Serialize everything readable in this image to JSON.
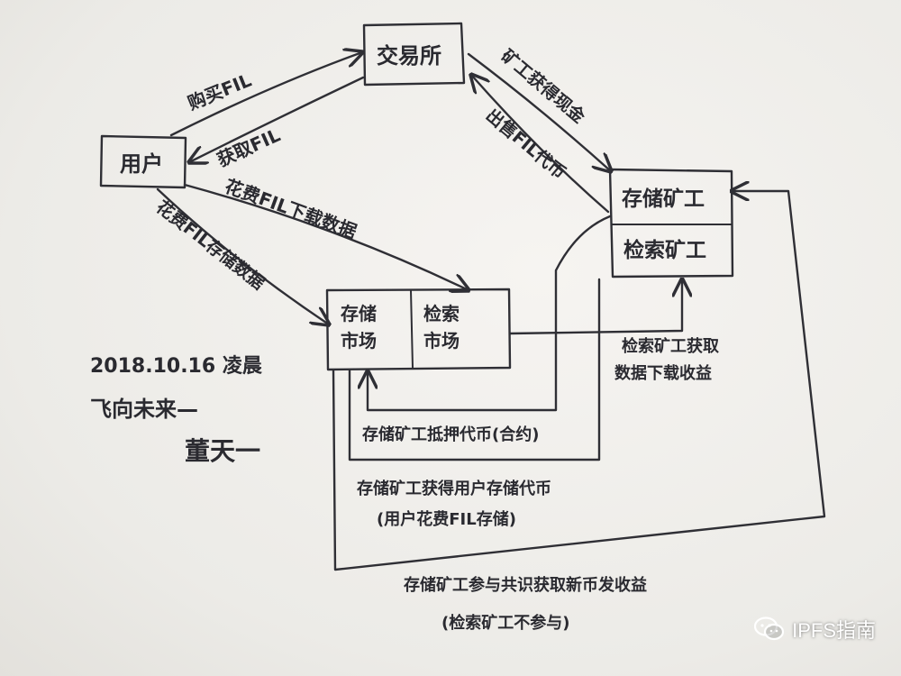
{
  "nodes": {
    "exchange": "交易所",
    "user": "用户",
    "storage_miner": "存储矿工",
    "retrieval_miner": "检索矿工",
    "storage_market": "存储\n市场",
    "retrieval_market": "检索\n市场"
  },
  "edges": {
    "buy_fil": "购买FIL",
    "get_fil": "获取FIL",
    "spend_fil_download": "花费FIL下载数据",
    "spend_fil_store": "花费FIL存储数据",
    "sell_fil_tokens": "出售FIL代币",
    "miner_get_cash": "矿工获得现金",
    "retrieval_miner_fee": "检索矿工获取\n数据下载收益",
    "storage_miner_pledge": "存储矿工抵押代币(合约)",
    "storage_miner_user_tokens": "存储矿工获得用户存储代币\n(用户花费FIL存储)",
    "consensus_reward": "存储矿工参与共识获取新币发收益\n(检索矿工不参与)"
  },
  "signature": {
    "date": "2018.10.16 凌晨",
    "author_line": "飞向未来—",
    "name": "董天一"
  },
  "watermark": {
    "text": "IPFS指南",
    "icon": "wechat-icon"
  },
  "colors": {
    "ink": "#2f2f35",
    "paper": "#f1efec"
  }
}
